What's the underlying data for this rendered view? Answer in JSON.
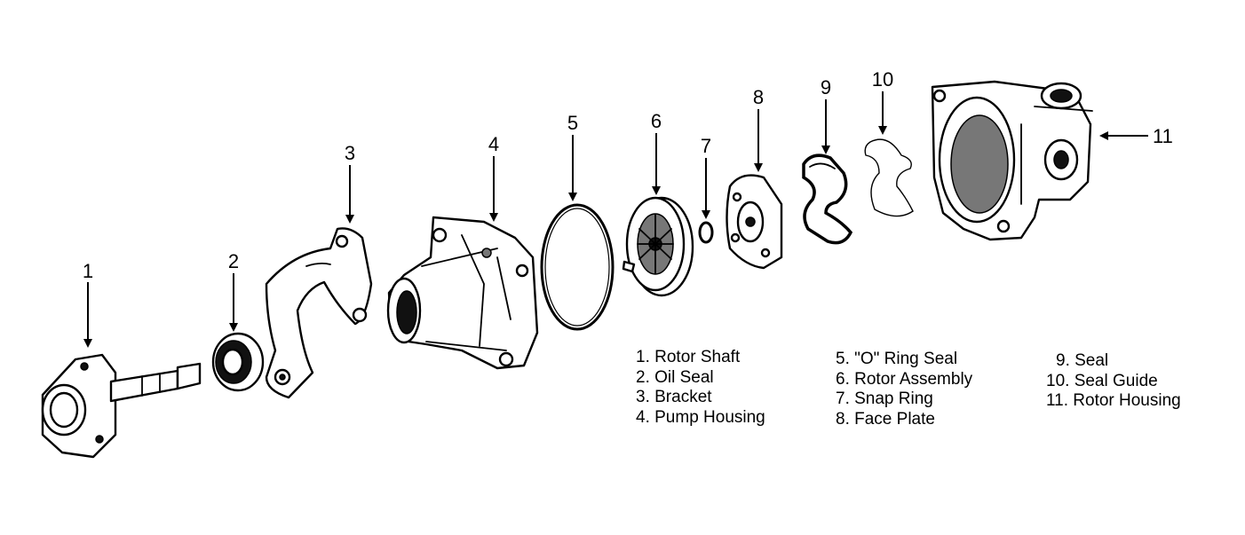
{
  "callouts": [
    "1",
    "2",
    "3",
    "4",
    "5",
    "6",
    "7",
    "8",
    "9",
    "10",
    "11"
  ],
  "legend": {
    "col1": [
      "1. Rotor Shaft",
      "2. Oil Seal",
      "3. Bracket",
      "4. Pump Housing"
    ],
    "col2": [
      "5. \"O\" Ring Seal",
      "6. Rotor Assembly",
      "7. Snap Ring",
      "8. Face Plate"
    ],
    "col3": [
      "9. Seal",
      "10. Seal Guide",
      "11. Rotor Housing"
    ]
  }
}
